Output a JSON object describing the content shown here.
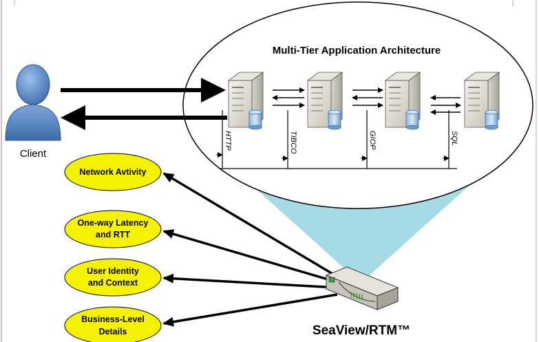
{
  "diagram": {
    "title": "Multi-Tier Application Architecture",
    "client_label": "Client",
    "device_label": "SeaView/RTM™",
    "protocols": [
      "HTTP",
      "TIBCO",
      "GIOP",
      "SQL"
    ],
    "features": [
      {
        "line1": "Network Avtivity",
        "line2": ""
      },
      {
        "line1": "One-way Latency",
        "line2": "and RTT"
      },
      {
        "line1": "User Identity",
        "line2": "and Context"
      },
      {
        "line1": "Business-Level",
        "line2": "Details"
      }
    ],
    "colors": {
      "feature_fill": "#f5f200",
      "cone_fill": "#a6dbe6",
      "client_blue": "#4a7fbd",
      "page_border": "#c9a0a0"
    },
    "icons": [
      "person-icon",
      "server-icon",
      "database-icon",
      "network-appliance-icon"
    ]
  }
}
